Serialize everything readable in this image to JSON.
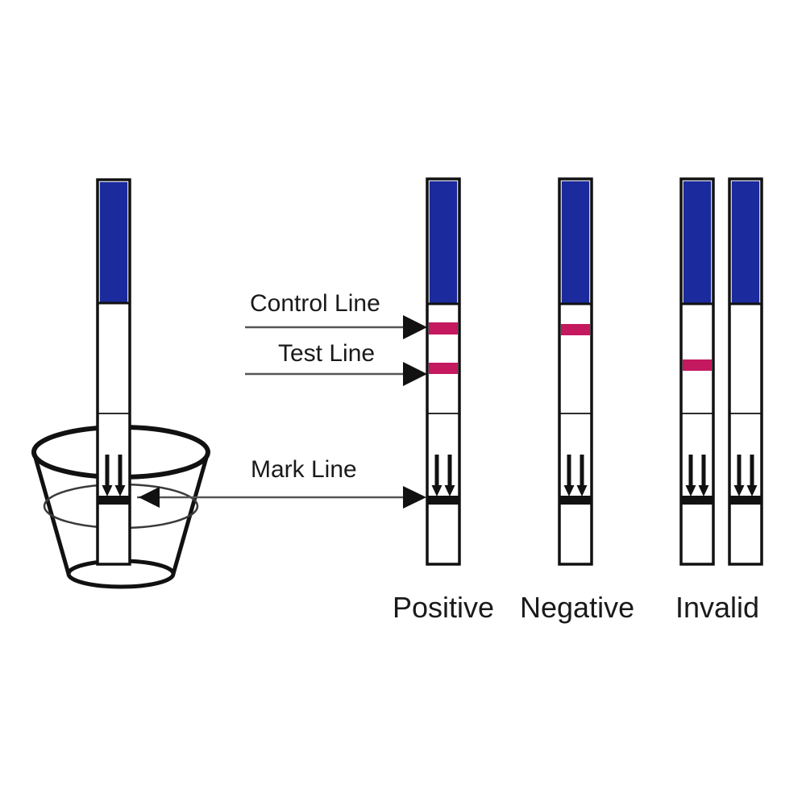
{
  "figure": {
    "title": "Lateral flow test strip dipstick result interpretation diagram",
    "background_color": "#ffffff"
  },
  "colors": {
    "strip_outline": "#111111",
    "strip_body": "#ffffff",
    "handle_blue": "#1b2a9c",
    "result_line_magenta": "#c4185f",
    "mark_line_black": "#111111",
    "callout_arrow": "#4d4d4d",
    "label_text": "#1a1a1a"
  },
  "callouts": [
    {
      "id": "control",
      "label": "Control Line",
      "arrow_direction": "right",
      "points_to": "positive-strip-control-line"
    },
    {
      "id": "test",
      "label": "Test Line",
      "arrow_direction": "right",
      "points_to": "positive-strip-test-line"
    },
    {
      "id": "mark",
      "label": "Mark Line",
      "arrow_direction": "right",
      "points_to": "positive-strip-mark-line"
    }
  ],
  "cup": {
    "name": "specimen-cup",
    "has_liquid_level_line": true,
    "pointer_label": "Mark Line",
    "pointer_direction": "left",
    "strip_inserted": true,
    "strip_immersed_to": "mark-line"
  },
  "strips": [
    {
      "id": "dipping",
      "result_label": "",
      "handle_color": "#1b2a9c",
      "control_line": false,
      "test_line": false,
      "mark_line": true,
      "in_cup": true
    },
    {
      "id": "positive",
      "result_label": "Positive",
      "handle_color": "#1b2a9c",
      "control_line": true,
      "test_line": true,
      "mark_line": true,
      "in_cup": false
    },
    {
      "id": "negative",
      "result_label": "Negative",
      "handle_color": "#1b2a9c",
      "control_line": true,
      "test_line": false,
      "mark_line": true,
      "in_cup": false
    },
    {
      "id": "invalid-left",
      "result_label": "Invalid",
      "handle_color": "#1b2a9c",
      "control_line": false,
      "test_line": true,
      "mark_line": true,
      "in_cup": false
    },
    {
      "id": "invalid-right",
      "result_label": "Invalid",
      "handle_color": "#1b2a9c",
      "control_line": false,
      "test_line": false,
      "mark_line": true,
      "in_cup": false
    }
  ],
  "result_labels": {
    "positive": "Positive",
    "negative": "Negative",
    "invalid": "Invalid"
  }
}
